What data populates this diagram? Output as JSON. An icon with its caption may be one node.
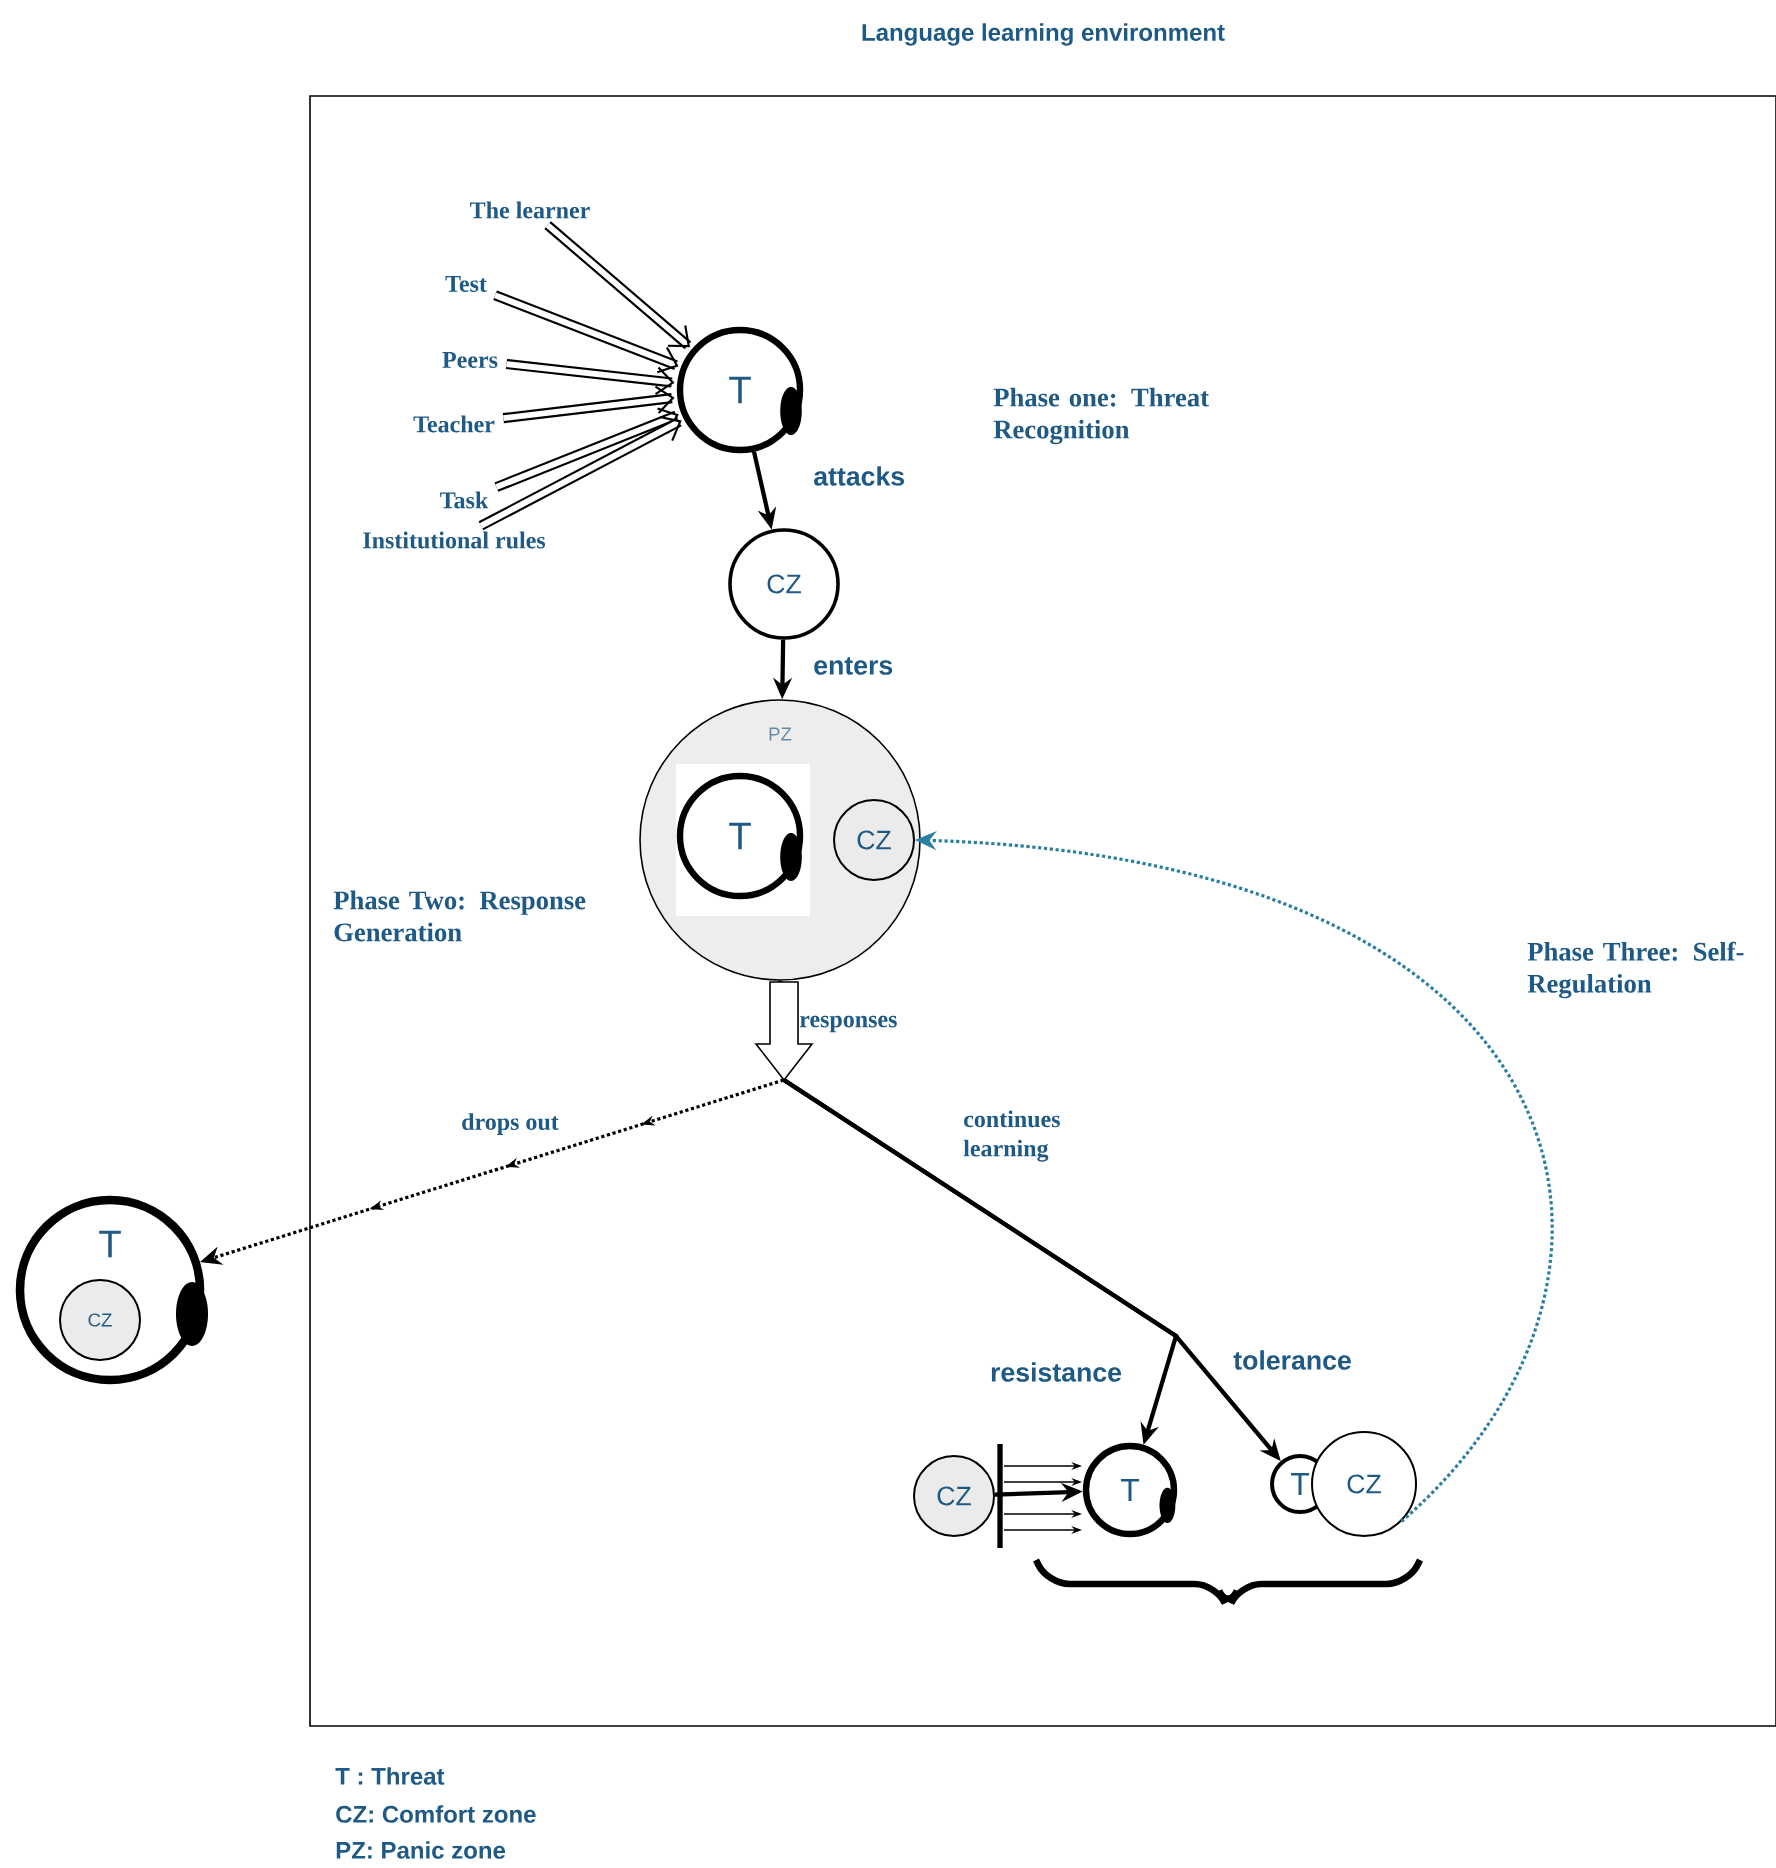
{
  "diagram": {
    "nodes": [
      {
        "text": [
          "Language learning environment"
        ]
      },
      {
        "text": [
          "The learner"
        ],
        "in": 0
      },
      {
        "text": [
          "Test"
        ],
        "in": 0
      },
      {
        "text": [
          "Peers"
        ],
        "in": 0
      },
      {
        "text": [
          "Teacher"
        ],
        "in": 0
      },
      {
        "text": [
          "Task"
        ],
        "in": 0
      },
      {
        "text": [
          "Institutional rules"
        ],
        "in": 0
      },
      {
        "text": [
          "T"
        ],
        "in": 0
      },
      {
        "text": [
          "CZ"
        ],
        "in": 0
      },
      {
        "text": [
          "PZ"
        ],
        "in": 0
      },
      {
        "text": [
          "T"
        ],
        "in": 9
      },
      {
        "text": [
          "CZ"
        ],
        "in": 9
      },
      {
        "text": [
          "T"
        ]
      },
      {
        "text": [
          "CZ"
        ],
        "in": 12
      },
      {
        "text": [
          "CZ"
        ],
        "in": 0
      },
      {
        "text": [
          "T"
        ],
        "in": 0
      },
      {
        "text": [
          "T"
        ],
        "in": 0
      },
      {
        "text": [
          "CZ"
        ],
        "in": 0
      }
    ],
    "edges": [
      {
        "from": 1,
        "to": 7,
        "arrow": "to",
        "style": "thick"
      },
      {
        "from": 2,
        "to": 7,
        "arrow": "to",
        "style": "thick"
      },
      {
        "from": 3,
        "to": 7,
        "arrow": "to",
        "style": "thick"
      },
      {
        "from": 4,
        "to": 7,
        "arrow": "to",
        "style": "thick"
      },
      {
        "from": 5,
        "to": 7,
        "arrow": "to",
        "style": "thick"
      },
      {
        "from": 6,
        "to": 7,
        "arrow": "to",
        "style": "thick"
      },
      {
        "from": 7,
        "to": 8,
        "arrow": "to",
        "label": "attacks"
      },
      {
        "from": 8,
        "to": 9,
        "arrow": "to",
        "label": "enters"
      },
      {
        "from": 9,
        "to": 12,
        "arrow": "to",
        "label": "drops out",
        "style": "dashed"
      },
      {
        "from": 9,
        "to": 15,
        "arrow": "to",
        "label": "resistance"
      },
      {
        "from": 9,
        "to": 16,
        "arrow": "to",
        "label": "tolerance"
      },
      {
        "from": 14,
        "to": 15,
        "arrow": "to"
      },
      {
        "from": 17,
        "to": 11,
        "arrow": "to",
        "style": "dashed",
        "color": "#2a7fa0"
      }
    ],
    "labels": [
      "Phase one: Threat Recognition",
      "Phase Two: Response Generation",
      "Phase Three: Self-Regulation",
      "responses",
      "continues learning",
      "T : Threat",
      "CZ: Comfort zone",
      "PZ: Panic zone"
    ]
  }
}
